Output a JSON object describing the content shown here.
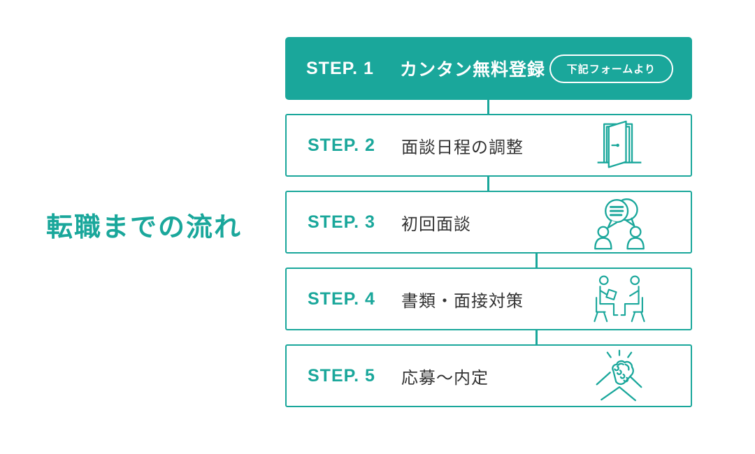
{
  "page_title": "転職までの流れ",
  "colors": {
    "teal": "#1aa79b",
    "text_dark": "#333333",
    "step1_text": "#ffffff"
  },
  "steps": [
    {
      "label": "STEP. 1",
      "title": "カンタン無料登録",
      "badge": "下記フォームより",
      "icon": null,
      "highlighted": true
    },
    {
      "label": "STEP. 2",
      "title": "面談日程の調整",
      "icon": "door-icon",
      "highlighted": false
    },
    {
      "label": "STEP. 3",
      "title": "初回面談",
      "icon": "conversation-icon",
      "highlighted": false
    },
    {
      "label": "STEP. 4",
      "title": "書類・面接対策",
      "icon": "interview-icon",
      "highlighted": false
    },
    {
      "label": "STEP. 5",
      "title": "応募〜内定",
      "icon": "handshake-icon",
      "highlighted": false
    }
  ]
}
